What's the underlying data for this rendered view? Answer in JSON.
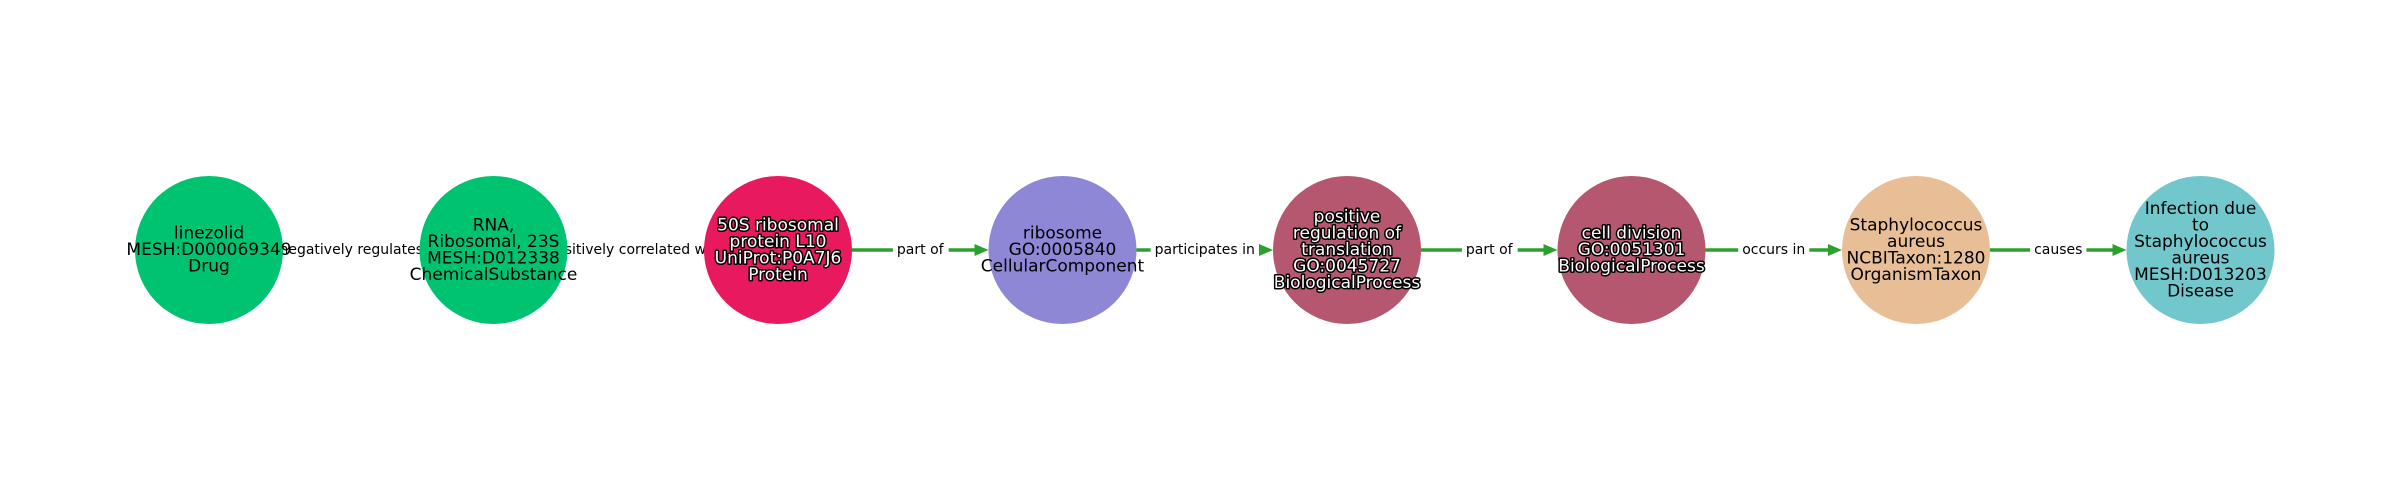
{
  "colors": {
    "edge": "#2ca02c",
    "edge_label_bg": "#ffffff",
    "text_dark": "#000000",
    "text_light": "#ffffff"
  },
  "nodes": [
    {
      "id": "linezolid",
      "lines": [
        "linezolid",
        "MESH:D000069349",
        "Drug"
      ],
      "color": "#00c372",
      "text_style": "dark"
    },
    {
      "id": "rna-ribosomal-23s",
      "lines": [
        "RNA,",
        "Ribosomal, 23S",
        "MESH:D012338",
        "ChemicalSubstance"
      ],
      "color": "#00c372",
      "text_style": "dark"
    },
    {
      "id": "50s-ribosomal-protein-l10",
      "lines": [
        "50S ribosomal",
        "protein L10",
        "UniProt:P0A7J6",
        "Protein"
      ],
      "color": "#e8195f",
      "text_style": "light"
    },
    {
      "id": "ribosome",
      "lines": [
        "ribosome",
        "GO:0005840",
        "CellularComponent"
      ],
      "color": "#8d87d6",
      "text_style": "dark"
    },
    {
      "id": "positive-regulation-of-translation",
      "lines": [
        "positive",
        "regulation of",
        "translation",
        "GO:0045727",
        "BiologicalProcess"
      ],
      "color": "#b5586f",
      "text_style": "light"
    },
    {
      "id": "cell-division",
      "lines": [
        "cell division",
        "GO:0051301",
        "BiologicalProcess"
      ],
      "color": "#b5586f",
      "text_style": "light"
    },
    {
      "id": "staphylococcus-aureus",
      "lines": [
        "Staphylococcus",
        "aureus",
        "NCBITaxon:1280",
        "OrganismTaxon"
      ],
      "color": "#e8be96",
      "text_style": "dark"
    },
    {
      "id": "infection-due-to-staphylococcus-aureus",
      "lines": [
        "Infection due",
        "to",
        "Staphylococcus",
        "aureus",
        "MESH:D013203",
        "Disease"
      ],
      "color": "#72c7cc",
      "text_style": "dark"
    }
  ],
  "edges": [
    {
      "from": 0,
      "to": 1,
      "label": "negatively regulates"
    },
    {
      "from": 1,
      "to": 2,
      "label": "positively correlated with"
    },
    {
      "from": 2,
      "to": 3,
      "label": "part of"
    },
    {
      "from": 3,
      "to": 4,
      "label": "participates in"
    },
    {
      "from": 4,
      "to": 5,
      "label": "part of"
    },
    {
      "from": 5,
      "to": 6,
      "label": "occurs in"
    },
    {
      "from": 6,
      "to": 7,
      "label": "causes"
    }
  ]
}
